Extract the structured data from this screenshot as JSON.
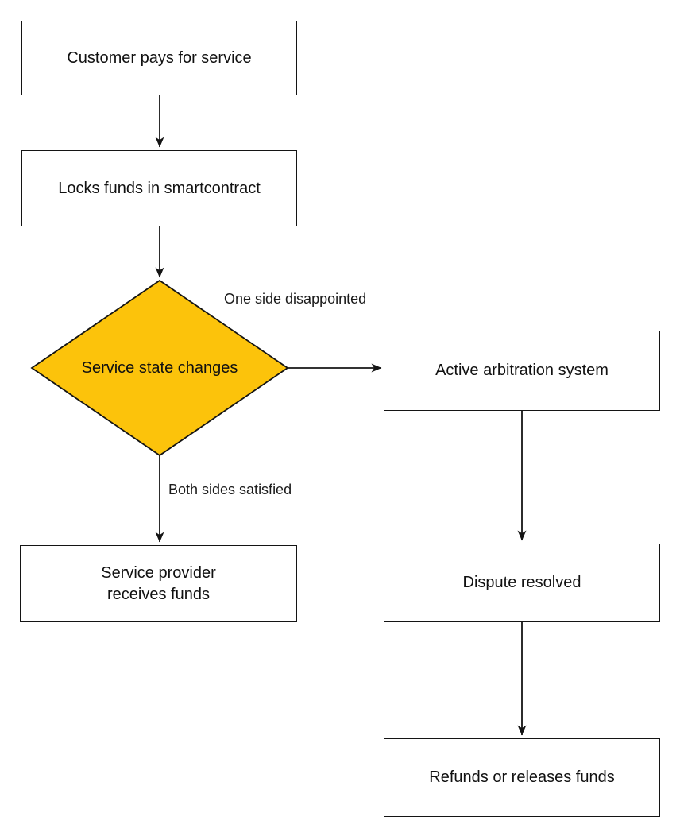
{
  "diagram": {
    "type": "flowchart",
    "background_color": "#ffffff",
    "line_color": "#141414",
    "text_color": "#111111",
    "nodes": [
      {
        "id": "customer-pays",
        "shape": "rectangle",
        "fill": "#ffffff",
        "label": "Customer pays for service"
      },
      {
        "id": "locks-funds",
        "shape": "rectangle",
        "fill": "#ffffff",
        "label": "Locks funds in smartcontract"
      },
      {
        "id": "service-state",
        "shape": "diamond",
        "fill": "#fcc30b",
        "label": "Service state changes"
      },
      {
        "id": "active-arbitration",
        "shape": "rectangle",
        "fill": "#ffffff",
        "label": "Active arbitration system"
      },
      {
        "id": "service-provider",
        "shape": "rectangle",
        "fill": "#ffffff",
        "label": "Service provider\nreceives funds"
      },
      {
        "id": "dispute-resolved",
        "shape": "rectangle",
        "fill": "#ffffff",
        "label": "Dispute resolved"
      },
      {
        "id": "refunds-releases",
        "shape": "rectangle",
        "fill": "#ffffff",
        "label": "Refunds or releases funds"
      }
    ],
    "edges": [
      {
        "from": "customer-pays",
        "to": "locks-funds",
        "label": ""
      },
      {
        "from": "locks-funds",
        "to": "service-state",
        "label": ""
      },
      {
        "from": "service-state",
        "to": "active-arbitration",
        "label": "One side disappointed"
      },
      {
        "from": "service-state",
        "to": "service-provider",
        "label": "Both sides satisfied"
      },
      {
        "from": "active-arbitration",
        "to": "dispute-resolved",
        "label": ""
      },
      {
        "from": "dispute-resolved",
        "to": "refunds-releases",
        "label": ""
      }
    ]
  }
}
